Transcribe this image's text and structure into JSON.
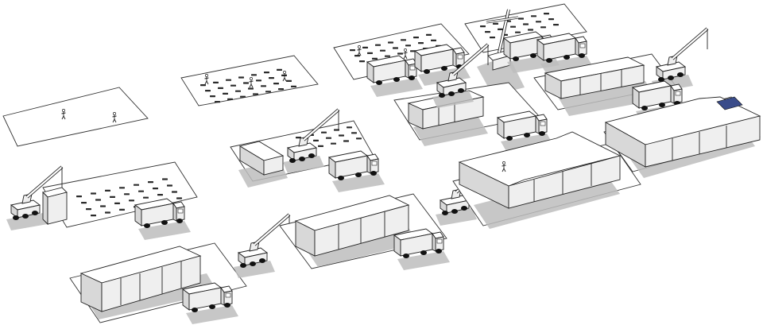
{
  "figure": {
    "type": "construction-sequence-illustration",
    "background": "#ffffff",
    "colors": {
      "outline": "#222222",
      "shadow": "#bdbdbd",
      "module_side": "#d8d8d8",
      "solar_panel": "#3a4c8a"
    },
    "stages": [
      {
        "step": 1,
        "items": [
          "site-slab",
          "survey-workers"
        ]
      },
      {
        "step": 2,
        "items": [
          "site-slab",
          "foundation-pads",
          "workers"
        ]
      },
      {
        "step": 3,
        "items": [
          "site-slab",
          "foundation-pads",
          "workers",
          "delivery-truck"
        ]
      },
      {
        "step": 4,
        "items": [
          "site-slab",
          "foundation-pads",
          "workers",
          "delivery-truck",
          "mobile-crane"
        ]
      },
      {
        "step": 5,
        "items": [
          "site-slab",
          "foundation-pads",
          "mobile-crane",
          "module",
          "delivery-truck"
        ]
      },
      {
        "step": 6,
        "items": [
          "site-slab",
          "foundation-pads",
          "mobile-crane",
          "modules",
          "delivery-truck"
        ]
      },
      {
        "step": 7,
        "items": [
          "site-slab",
          "foundation-pads",
          "mobile-crane",
          "modules",
          "delivery-truck"
        ]
      },
      {
        "step": 8,
        "items": [
          "site-slab",
          "mobile-crane",
          "modules",
          "delivery-truck"
        ]
      },
      {
        "step": 9,
        "items": [
          "site-slab",
          "mobile-crane",
          "modules",
          "delivery-truck"
        ]
      },
      {
        "step": 10,
        "items": [
          "site-slab",
          "mobile-crane",
          "modules",
          "delivery-truck"
        ]
      },
      {
        "step": 11,
        "items": [
          "site-slab",
          "modules",
          "roof",
          "workers"
        ]
      },
      {
        "step": 12,
        "items": [
          "site-slab",
          "modules",
          "roof",
          "solar-panels"
        ]
      }
    ]
  }
}
